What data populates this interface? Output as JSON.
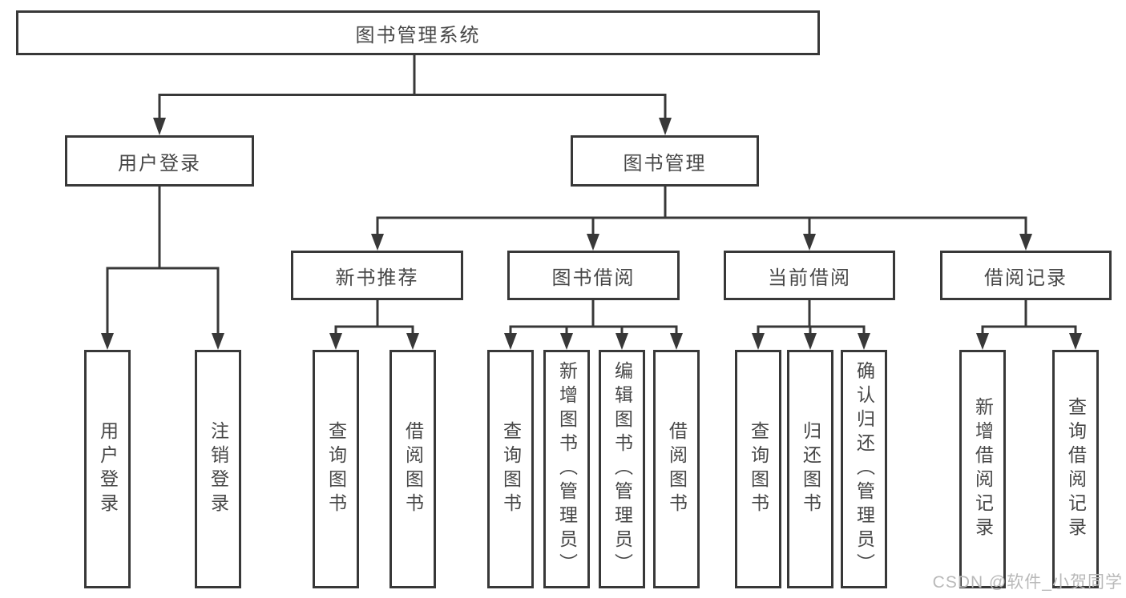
{
  "diagram": {
    "title": "图书管理系统",
    "root": {
      "label": "图书管理系统"
    },
    "level2": [
      {
        "id": "user-login",
        "label": "用户登录"
      },
      {
        "id": "book-management",
        "label": "图书管理"
      }
    ],
    "level3": [
      {
        "id": "new-book-recommend",
        "label": "新书推荐",
        "parent": "book-management"
      },
      {
        "id": "book-borrow",
        "label": "图书借阅",
        "parent": "book-management"
      },
      {
        "id": "current-borrow",
        "label": "当前借阅",
        "parent": "book-management"
      },
      {
        "id": "borrow-records",
        "label": "借阅记录",
        "parent": "book-management"
      }
    ],
    "leaves": [
      {
        "id": "user-login-leaf",
        "label": "用户登录",
        "parent": "user-login"
      },
      {
        "id": "logout",
        "label": "注销登录",
        "parent": "user-login"
      },
      {
        "id": "query-books-recommend",
        "label": "查询图书",
        "parent": "new-book-recommend"
      },
      {
        "id": "borrow-books-recommend",
        "label": "借阅图书",
        "parent": "new-book-recommend"
      },
      {
        "id": "query-books-borrow",
        "label": "查询图书",
        "parent": "book-borrow"
      },
      {
        "id": "add-books-admin",
        "label": "新增图书（管理员）",
        "parent": "book-borrow"
      },
      {
        "id": "edit-books-admin",
        "label": "编辑图书（管理员）",
        "parent": "book-borrow"
      },
      {
        "id": "borrow-books",
        "label": "借阅图书",
        "parent": "book-borrow"
      },
      {
        "id": "query-books-current",
        "label": "查询图书",
        "parent": "current-borrow"
      },
      {
        "id": "return-books",
        "label": "归还图书",
        "parent": "current-borrow"
      },
      {
        "id": "confirm-return-admin",
        "label": "确认归还（管理员）",
        "parent": "current-borrow"
      },
      {
        "id": "add-borrow-record",
        "label": "新增借阅记录",
        "parent": "borrow-records"
      },
      {
        "id": "query-borrow-record",
        "label": "查询借阅记录",
        "parent": "borrow-records"
      }
    ]
  },
  "watermark": "CSDN @软件_小贺同学",
  "colors": {
    "line": "#383838",
    "box_border": "#383838",
    "text": "#474747",
    "watermark": "#b9b9b9",
    "background": "#ffffff"
  }
}
